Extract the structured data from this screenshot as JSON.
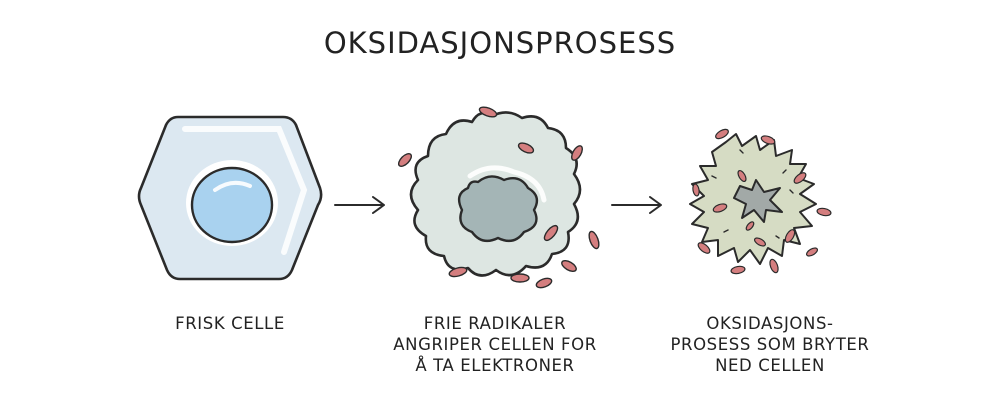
{
  "title": "OKSIDASJONSPROSESS",
  "stages": [
    {
      "lines": [
        "FRISK CELLE"
      ]
    },
    {
      "lines": [
        "FRIE RADIKALER",
        "ANGRIPER CELLEN FOR",
        "Å TA ELEKTRONER"
      ]
    },
    {
      "lines": [
        "OKSIDASJONS-",
        "PROSESS SOM BRYTER",
        "NED CELLEN"
      ]
    }
  ],
  "colors": {
    "healthy_cytoplasm": "#dce8f1",
    "healthy_nucleus": "#a9d2ef",
    "attacked_cytoplasm": "#dde6e2",
    "attacked_nucleus": "#a4b5b6",
    "broken_cytoplasm": "#d6dcc4",
    "broken_nucleus": "#a2a9a7",
    "free_radical": "#d47e7f",
    "outline": "#2b2b2b"
  },
  "icons": [
    "arrow-right-icon",
    "arrow-right-icon"
  ]
}
